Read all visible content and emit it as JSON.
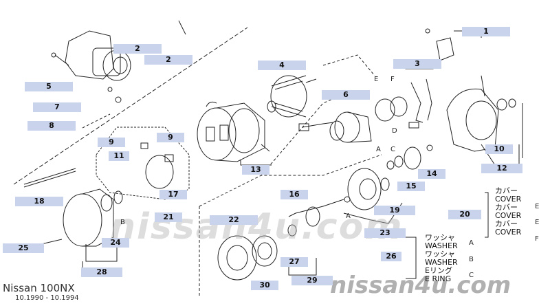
{
  "callouts": {
    "c1": "1",
    "c2a": "2",
    "c2b": "2",
    "c3": "3",
    "c4": "4",
    "c5": "5",
    "c6": "6",
    "c7": "7",
    "c8": "8",
    "c9a": "9",
    "c9b": "9",
    "c10": "10",
    "c11": "11",
    "c12": "12",
    "c13": "13",
    "c14": "14",
    "c15": "15",
    "c16": "16",
    "c17": "17",
    "c18": "18",
    "c19": "19",
    "c20": "20",
    "c21": "21",
    "c22": "22",
    "c23": "23",
    "c24": "24",
    "c25": "25",
    "c26": "26",
    "c27": "27",
    "c28": "28",
    "c29": "29",
    "c30": "30"
  },
  "letters": {
    "e1": "E",
    "f1": "F",
    "d1": "D",
    "a1": "A",
    "c1": "C",
    "b1": "B",
    "a2": "A",
    "l20e": "E",
    "l20f": "F",
    "l20x": "E",
    "l26a": "A",
    "l26b": "B",
    "l26c": "C"
  },
  "legend20": {
    "jp1": "カバー",
    "en1": "COVER",
    "jp2": "カバー",
    "en2": "COVER",
    "jp3": "カバー",
    "en3": "COVER"
  },
  "legend26": {
    "jp1": "ワッシャ",
    "en1": "WASHER",
    "jp2": "ワッシャ",
    "en2": "WASHER",
    "jp3": "Eリング",
    "en3": "E RING"
  },
  "footer": {
    "model": "Nissan 100NX",
    "dates": "10.1990 - 10.1994"
  },
  "watermark": {
    "center": "nissan4u.com",
    "bottom": "nissan4u.com"
  },
  "colors": {
    "callout_bg": "#c9d3ec",
    "line": "#222222"
  }
}
